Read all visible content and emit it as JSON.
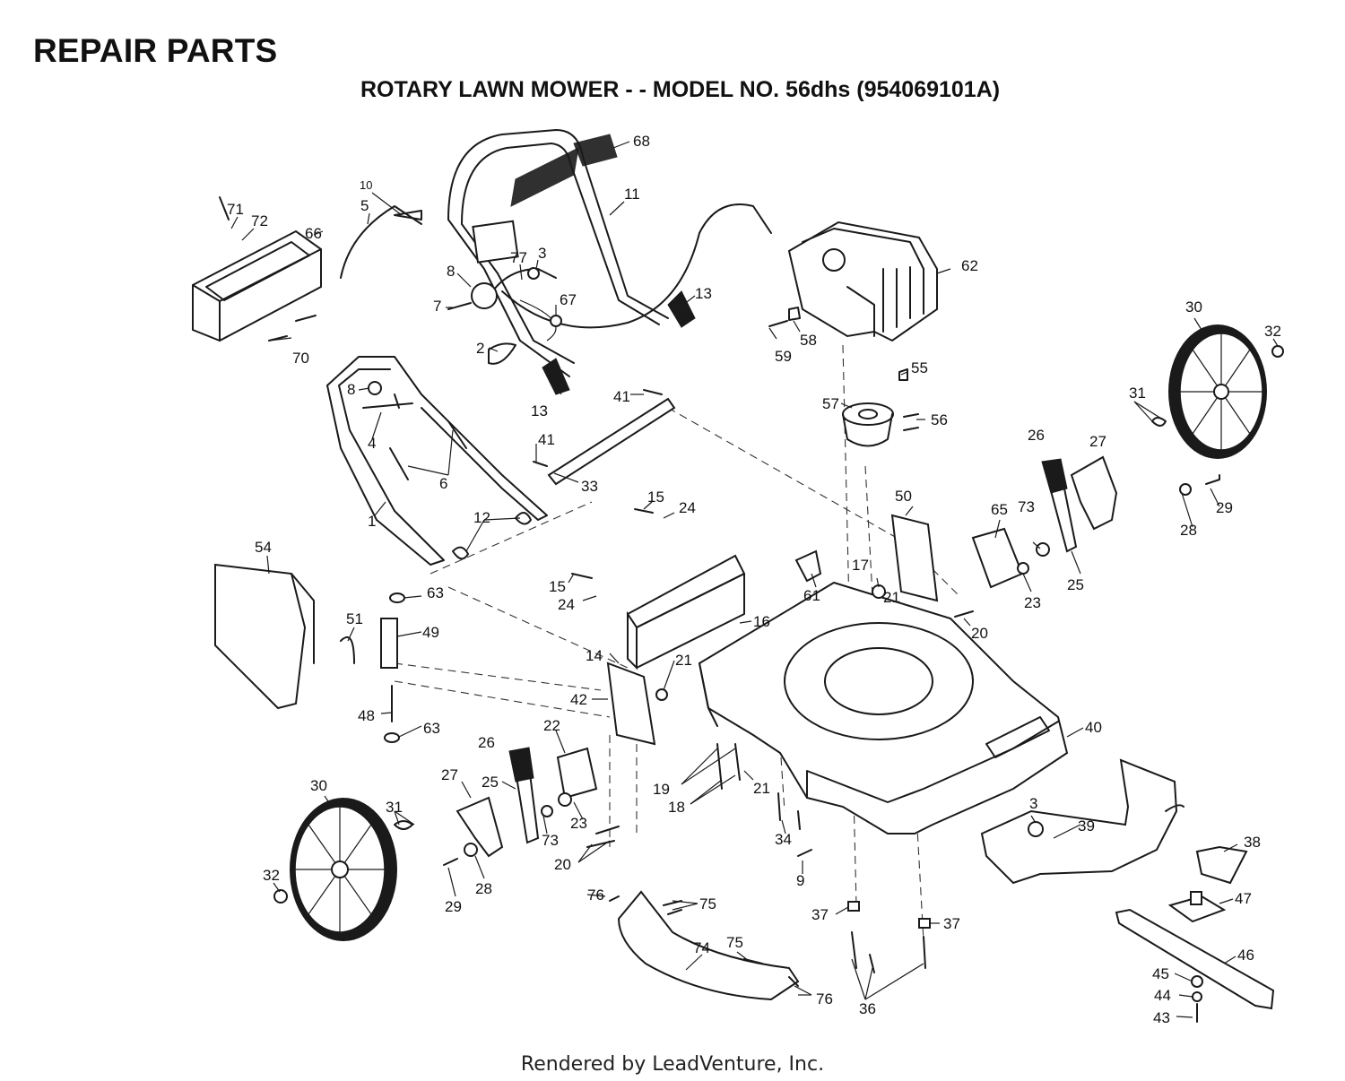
{
  "header": {
    "title": "REPAIR PARTS",
    "model": "ROTARY LAWN MOWER - - MODEL NO. 56dhs (954069101A)"
  },
  "footer": {
    "text": "Rendered by LeadVenture, Inc."
  },
  "callouts": [
    {
      "label": "1",
      "name": "lower-handle"
    },
    {
      "label": "2",
      "name": "cable-tie-clip"
    },
    {
      "label": "3",
      "name": "nut"
    },
    {
      "label": "3",
      "name": "nut"
    },
    {
      "label": "4",
      "name": "handle-bolt"
    },
    {
      "label": "5",
      "name": "control-cable"
    },
    {
      "label": "6",
      "name": "handle-bolts"
    },
    {
      "label": "7",
      "name": "bolt"
    },
    {
      "label": "8",
      "name": "handle-knob"
    },
    {
      "label": "8",
      "name": "handle-knob"
    },
    {
      "label": "9",
      "name": "bolt"
    },
    {
      "label": "10",
      "name": "cable"
    },
    {
      "label": "11",
      "name": "upper-handle"
    },
    {
      "label": "12",
      "name": "handle-clips"
    },
    {
      "label": "13",
      "name": "wing-knob"
    },
    {
      "label": "13",
      "name": "wing-knob"
    },
    {
      "label": "14",
      "name": "rear-baffle"
    },
    {
      "label": "15",
      "name": "screw"
    },
    {
      "label": "15",
      "name": "screw"
    },
    {
      "label": "16",
      "name": "bracket"
    },
    {
      "label": "17",
      "name": "nut"
    },
    {
      "label": "18",
      "name": "bolts"
    },
    {
      "label": "19",
      "name": "washers"
    },
    {
      "label": "20",
      "name": "bolt"
    },
    {
      "label": "20",
      "name": "bolts"
    },
    {
      "label": "21",
      "name": "nut"
    },
    {
      "label": "21",
      "name": "nut"
    },
    {
      "label": "21",
      "name": "nuts"
    },
    {
      "label": "22",
      "name": "height-adjuster-plate"
    },
    {
      "label": "23",
      "name": "washer"
    },
    {
      "label": "23",
      "name": "washer"
    },
    {
      "label": "24",
      "name": "bracket"
    },
    {
      "label": "24",
      "name": "bracket"
    },
    {
      "label": "25",
      "name": "height-lever"
    },
    {
      "label": "25",
      "name": "height-lever"
    },
    {
      "label": "26",
      "name": "lever-grip"
    },
    {
      "label": "26",
      "name": "lever-grip"
    },
    {
      "label": "27",
      "name": "axle-bracket"
    },
    {
      "label": "27",
      "name": "axle-bracket"
    },
    {
      "label": "28",
      "name": "washer"
    },
    {
      "label": "28",
      "name": "washer"
    },
    {
      "label": "29",
      "name": "bolt"
    },
    {
      "label": "29",
      "name": "bolt"
    },
    {
      "label": "30",
      "name": "rear-wheel"
    },
    {
      "label": "30",
      "name": "front-wheel"
    },
    {
      "label": "31",
      "name": "washers"
    },
    {
      "label": "31",
      "name": "washers"
    },
    {
      "label": "32",
      "name": "wheel-nut"
    },
    {
      "label": "32",
      "name": "wheel-nut"
    },
    {
      "label": "33",
      "name": "axle-rod"
    },
    {
      "label": "34",
      "name": "bolts"
    },
    {
      "label": "36",
      "name": "engine-bolts"
    },
    {
      "label": "37",
      "name": "spacer"
    },
    {
      "label": "37",
      "name": "spacer"
    },
    {
      "label": "38",
      "name": "blade-adapter"
    },
    {
      "label": "39",
      "name": "side-skirt"
    },
    {
      "label": "40",
      "name": "mower-deck"
    },
    {
      "label": "41",
      "name": "bolt"
    },
    {
      "label": "41",
      "name": "bolt"
    },
    {
      "label": "42",
      "name": "side-plate"
    },
    {
      "label": "43",
      "name": "blade-bolt"
    },
    {
      "label": "44",
      "name": "lock-washer"
    },
    {
      "label": "45",
      "name": "washer"
    },
    {
      "label": "46",
      "name": "blade"
    },
    {
      "label": "47",
      "name": "blade-hub"
    },
    {
      "label": "48",
      "name": "hinge-rod"
    },
    {
      "label": "49",
      "name": "bracket"
    },
    {
      "label": "50",
      "name": "side-plate"
    },
    {
      "label": "51",
      "name": "spring"
    },
    {
      "label": "54",
      "name": "rear-flap"
    },
    {
      "label": "55",
      "name": "key"
    },
    {
      "label": "56",
      "name": "set-screws"
    },
    {
      "label": "57",
      "name": "pulley"
    },
    {
      "label": "58",
      "name": "clamp"
    },
    {
      "label": "59",
      "name": "screw"
    },
    {
      "label": "61",
      "name": "label"
    },
    {
      "label": "62",
      "name": "engine"
    },
    {
      "label": "63",
      "name": "bushing"
    },
    {
      "label": "63",
      "name": "bushing"
    },
    {
      "label": "65",
      "name": "height-adjuster-plate"
    },
    {
      "label": "66",
      "name": "grass-chute"
    },
    {
      "label": "67",
      "name": "nut"
    },
    {
      "label": "68",
      "name": "handle-grip"
    },
    {
      "label": "70",
      "name": "bolts"
    },
    {
      "label": "71",
      "name": "bolt"
    },
    {
      "label": "72",
      "name": "washer"
    },
    {
      "label": "73",
      "name": "washer"
    },
    {
      "label": "73",
      "name": "washer"
    },
    {
      "label": "74",
      "name": "front-skirt"
    },
    {
      "label": "75",
      "name": "screws"
    },
    {
      "label": "75",
      "name": "screws"
    },
    {
      "label": "76",
      "name": "nuts"
    },
    {
      "label": "76",
      "name": "nuts"
    },
    {
      "label": "77",
      "name": "cable-guide"
    }
  ]
}
